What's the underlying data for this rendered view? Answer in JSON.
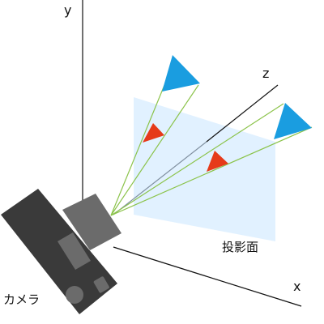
{
  "axes": {
    "x_label": "x",
    "y_label": "y",
    "z_label": "z"
  },
  "labels": {
    "projection_plane": "投影面",
    "camera": "カメラ"
  },
  "colors": {
    "axis": "#111111",
    "depth_axis": "#8090a0",
    "ray": "#8bc34a",
    "plane": "#dcefff",
    "object_marker": "#1a9de0",
    "projected_marker": "#e63a1a",
    "camera_body": "#3a3a3a",
    "camera_lens": "#6b6b6b"
  }
}
